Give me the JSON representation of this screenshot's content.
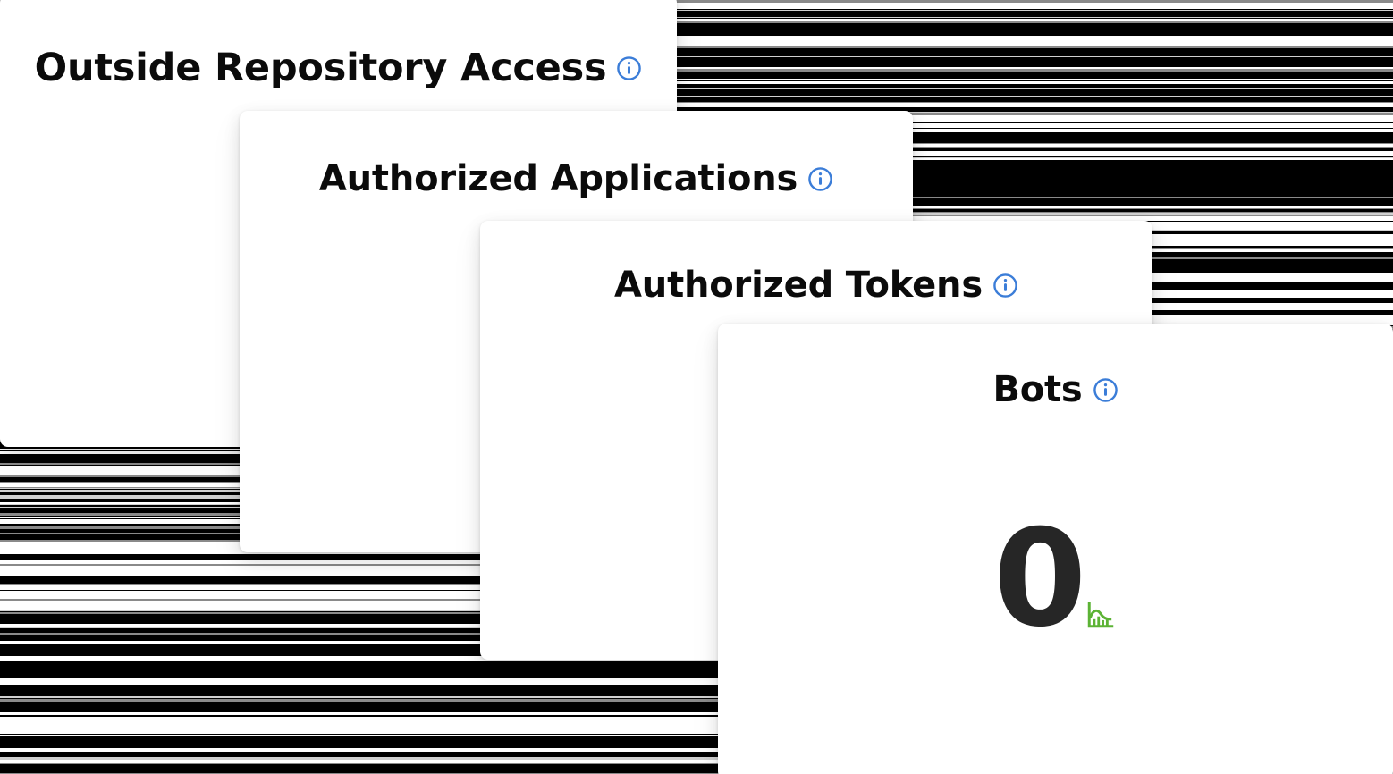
{
  "page": {
    "background_style": "horizontal-scanline-stripes",
    "background_colors": [
      "#000000",
      "#ffffff"
    ],
    "card_background": "#ffffff"
  },
  "theme": {
    "info_icon_color": "#3b7dd8",
    "title_color": "#0b0b0b",
    "value_color": "#262626",
    "sparkline_color": "#5cb335"
  },
  "cards": [
    {
      "id": "outside-repository-access",
      "title": "Outside Repository Access",
      "info_icon": "info-circle-icon",
      "value": "",
      "sparkline_icon": ""
    },
    {
      "id": "authorized-applications",
      "title": "Authorized Applications",
      "info_icon": "info-circle-icon",
      "value": "",
      "sparkline_icon": ""
    },
    {
      "id": "authorized-tokens",
      "title": "Authorized Tokens",
      "info_icon": "info-circle-icon",
      "value": "",
      "sparkline_icon": ""
    },
    {
      "id": "bots",
      "title": "Bots",
      "info_icon": "info-circle-icon",
      "value": "0",
      "sparkline_icon": "bar-line-chart-icon"
    }
  ]
}
